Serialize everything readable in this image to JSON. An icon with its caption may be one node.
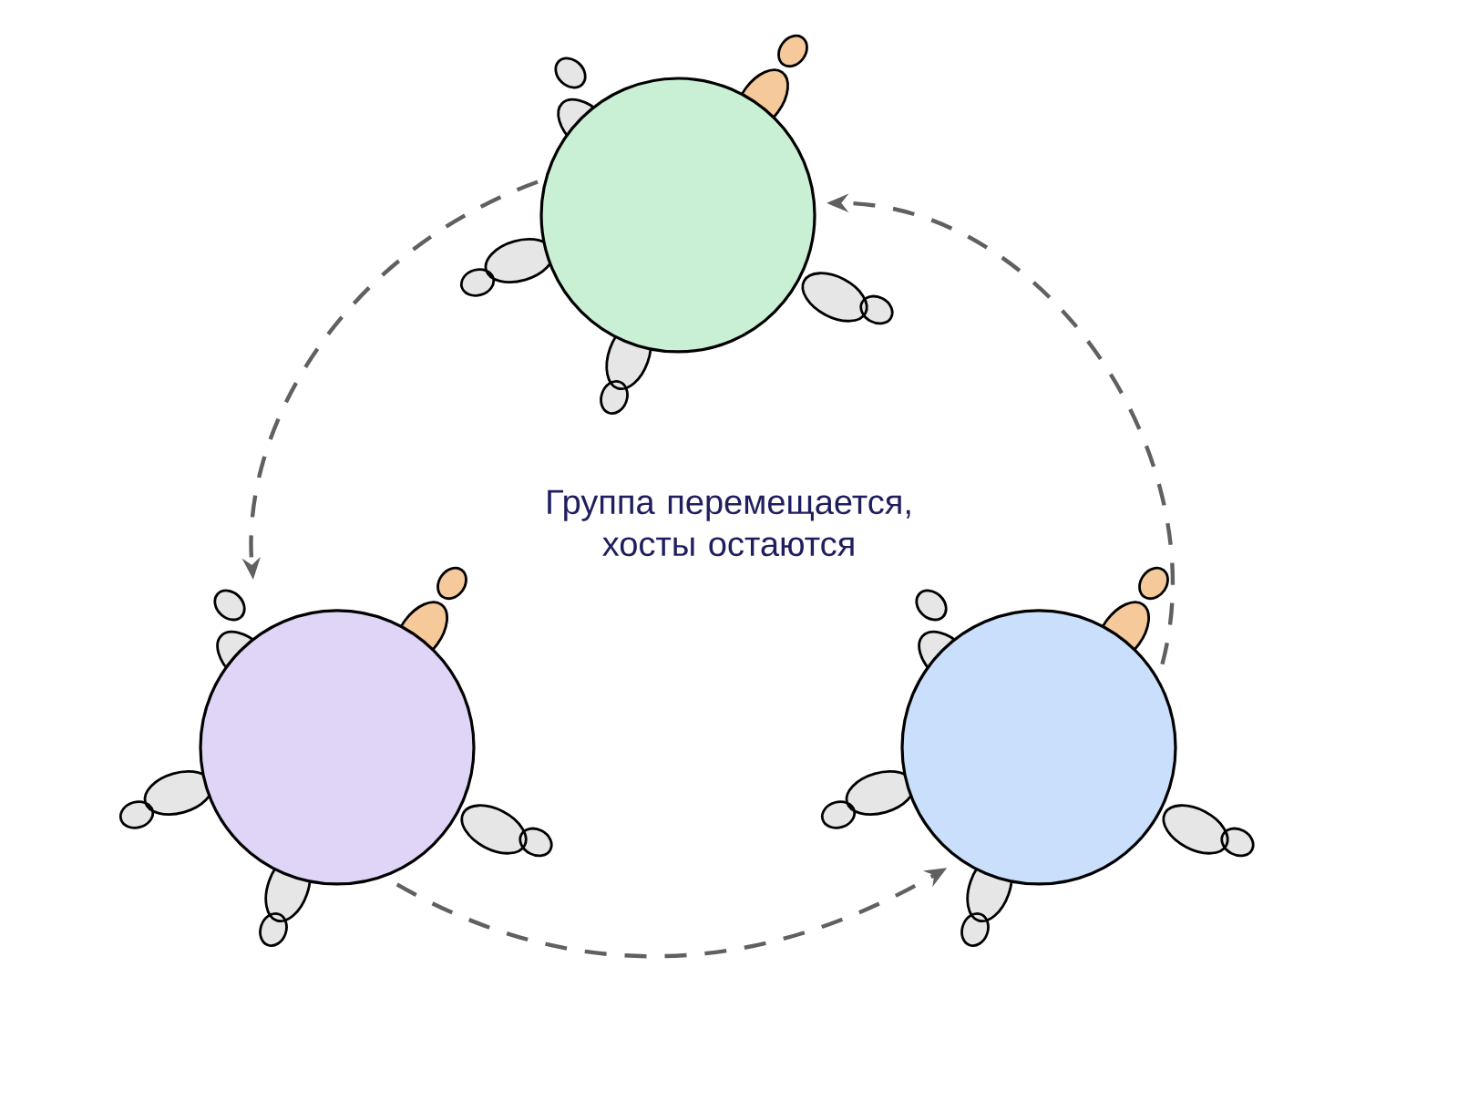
{
  "diagram": {
    "nodes": [
      {
        "text": [],
        "shape": "circle"
      },
      {
        "text": [],
        "shape": "circle"
      },
      {
        "text": [],
        "shape": "circle"
      }
    ],
    "edges": [
      {
        "from": 0,
        "to": 1,
        "arrow": "to",
        "style": "dashed"
      },
      {
        "from": 1,
        "to": 2,
        "arrow": "to",
        "style": "dashed"
      },
      {
        "from": 2,
        "to": 0,
        "arrow": "to",
        "style": "dashed"
      }
    ],
    "labels": [
      "Группа перемещается, хосты остаются"
    ]
  }
}
